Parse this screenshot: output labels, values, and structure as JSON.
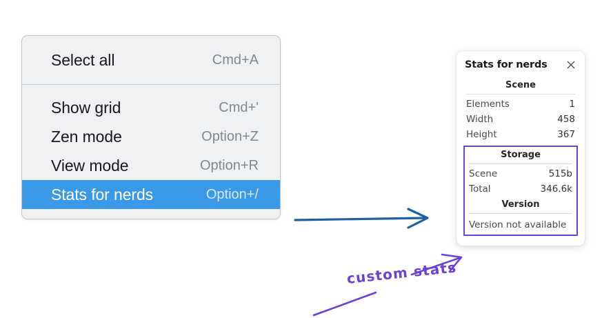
{
  "colors": {
    "menu_background": "#f0f1f3",
    "menu_border": "#c3c7cc",
    "menu_selected": "#3b9ae8",
    "annotation_purple": "#6b41d8",
    "annotation_blue": "#1f5fa0",
    "panel_background": "#ffffff"
  },
  "context_menu": {
    "groups": [
      {
        "items": [
          {
            "label": "Select all",
            "shortcut": "Cmd+A",
            "selected": false
          }
        ]
      },
      {
        "items": [
          {
            "label": "Show grid",
            "shortcut": "Cmd+'",
            "selected": false
          },
          {
            "label": "Zen mode",
            "shortcut": "Option+Z",
            "selected": false
          },
          {
            "label": "View mode",
            "shortcut": "Option+R",
            "selected": false
          },
          {
            "label": "Stats for nerds",
            "shortcut": "Option+/",
            "selected": true
          }
        ]
      }
    ]
  },
  "stats_panel": {
    "title": "Stats for nerds",
    "close_icon": "close-icon",
    "sections": [
      {
        "title": "Scene",
        "highlighted": false,
        "rows": [
          {
            "label": "Elements",
            "value": "1"
          },
          {
            "label": "Width",
            "value": "458"
          },
          {
            "label": "Height",
            "value": "367"
          }
        ]
      },
      {
        "title": "Storage",
        "highlighted": true,
        "rows": [
          {
            "label": "Scene",
            "value": "515b"
          },
          {
            "label": "Total",
            "value": "346.6k"
          }
        ]
      },
      {
        "title": "Version",
        "highlighted": true,
        "note": "Version not available",
        "rows": []
      }
    ]
  },
  "annotations": {
    "custom_stats_label": "custom stats"
  }
}
